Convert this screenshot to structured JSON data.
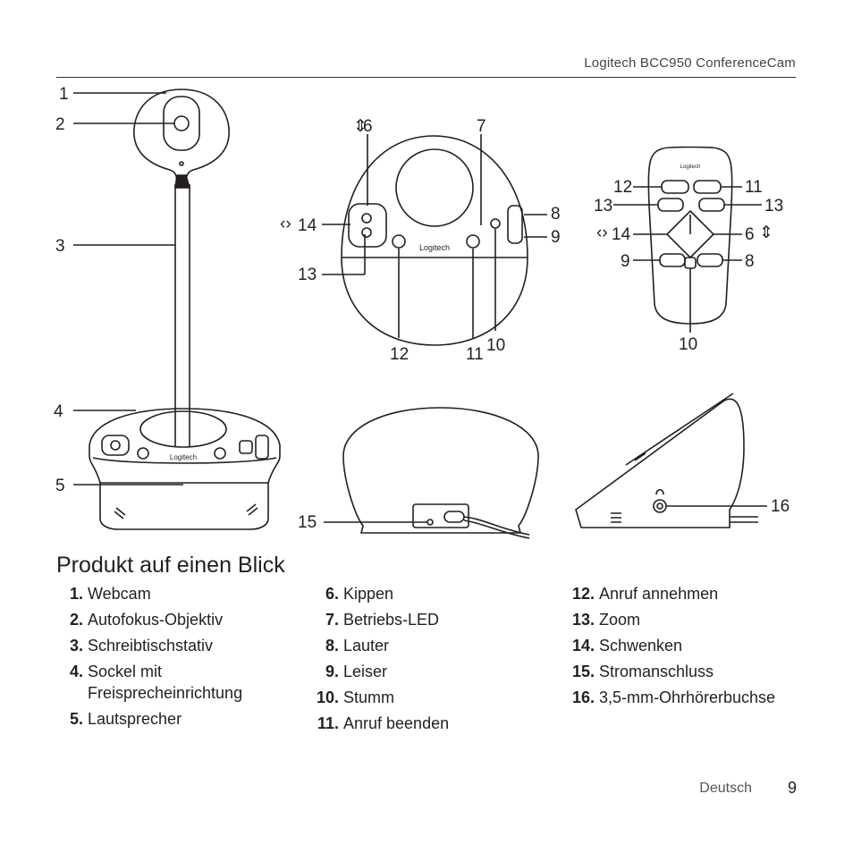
{
  "header": {
    "title": "Logitech BCC950 ConferenceCam"
  },
  "figure": {
    "callouts": {
      "c1": "1",
      "c2": "2",
      "c3": "3",
      "c4": "4",
      "c5": "5",
      "c6": "6",
      "c7": "7",
      "c8": "8",
      "c9": "9",
      "c10": "10",
      "c11": "11",
      "c12": "12",
      "c13": "13",
      "c14": "14",
      "c15": "15",
      "c16": "16",
      "r12": "12",
      "r11": "11",
      "r13a": "13",
      "r13b": "13",
      "r14": "14",
      "r6": "6",
      "r9": "9",
      "r8": "8",
      "r10": "10"
    },
    "logo_text": "Logitech"
  },
  "section_title": "Produkt auf einen Blick",
  "legend": {
    "col1": [
      {
        "num": "1.",
        "label": "Webcam"
      },
      {
        "num": "2.",
        "label": "Autofokus-Objektiv"
      },
      {
        "num": "3.",
        "label": "Schreibtischstativ"
      },
      {
        "num": "4.",
        "label": "Sockel mit Freisprecheinrichtung"
      },
      {
        "num": "5.",
        "label": "Lautsprecher"
      }
    ],
    "col2": [
      {
        "num": "6.",
        "label": "Kippen"
      },
      {
        "num": "7.",
        "label": "Betriebs-LED"
      },
      {
        "num": "8.",
        "label": "Lauter"
      },
      {
        "num": "9.",
        "label": "Leiser"
      },
      {
        "num": "10.",
        "label": "Stumm"
      },
      {
        "num": "11.",
        "label": "Anruf beenden"
      }
    ],
    "col3": [
      {
        "num": "12.",
        "label": "Anruf annehmen"
      },
      {
        "num": "13.",
        "label": "Zoom"
      },
      {
        "num": "14.",
        "label": "Schwenken"
      },
      {
        "num": "15.",
        "label": "Stromanschluss"
      },
      {
        "num": "16.",
        "label": "3,5-mm-Ohrhörerbuchse"
      }
    ]
  },
  "footer": {
    "language": "Deutsch",
    "page": "9"
  }
}
